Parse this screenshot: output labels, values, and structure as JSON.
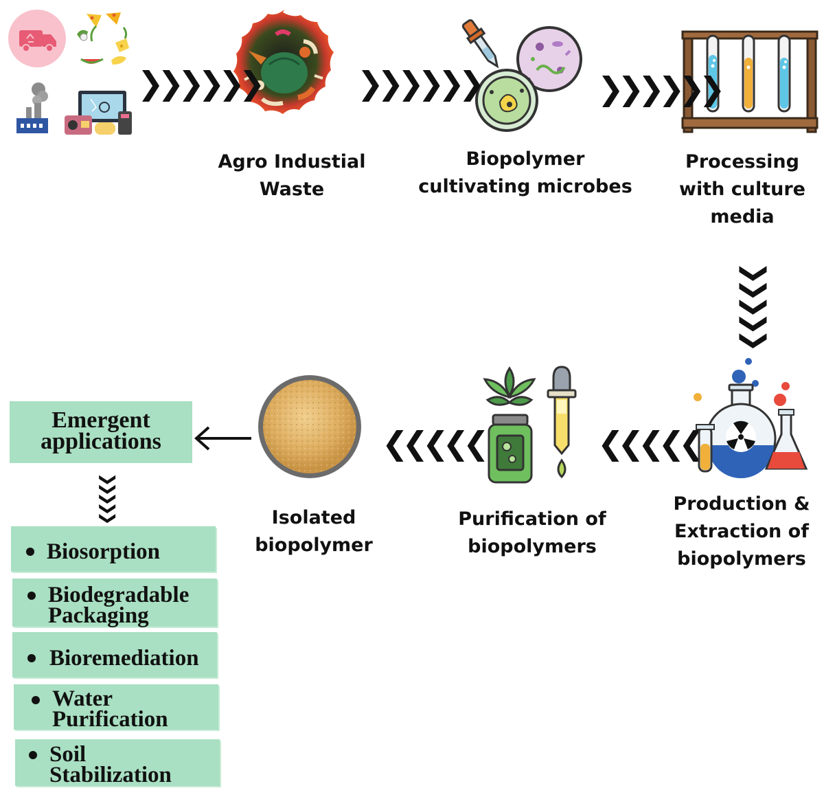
{
  "steps": {
    "agro_waste": "Agro Industial Waste",
    "microbes": [
      "Biopolymer",
      "cultivating microbes"
    ],
    "processing": [
      "Processing",
      "with culture",
      "media"
    ],
    "production": [
      "Production &",
      "Extraction of",
      "biopolymers"
    ],
    "purification": [
      "Purification of",
      "biopolymers"
    ],
    "isolated": [
      "Isolated",
      "biopolymer"
    ]
  },
  "applications": {
    "title": [
      "Emergent",
      "applications"
    ],
    "items": [
      [
        "Biosorption"
      ],
      [
        "Biodegradable",
        "Packaging"
      ],
      [
        "Bioremediation"
      ],
      [
        "Water",
        "Purification"
      ],
      [
        "Soil",
        "Stabilization"
      ]
    ]
  },
  "arrows": {
    "forward": "❯❯❯❯❯❯",
    "backward": "❮❮❮❮❮❮",
    "down": "❯❯❯❯❯"
  },
  "icons": [
    "recycle-truck-icon",
    "food-waste-icon",
    "factory-icon",
    "e-waste-icon",
    "organic-waste-circle-icon",
    "petri-dish-microbes-icon",
    "test-tubes-rack-icon",
    "chemistry-flasks-icon",
    "dropper-jar-leaf-icon",
    "biopolymer-powder-icon"
  ],
  "colors": {
    "box_green": "#a9dfc2",
    "powder": "#e0b46c",
    "tube_blue": "#5ec6e6",
    "tube_orange": "#f0b03a",
    "hazard_blue": "#2f63b8",
    "flask_red": "#e84a3c"
  }
}
